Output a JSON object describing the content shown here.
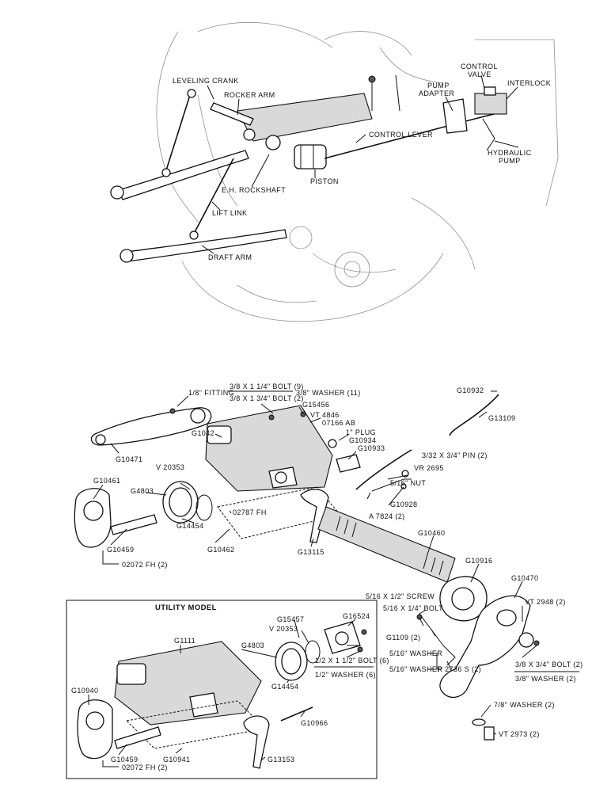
{
  "upper_labels": {
    "leveling_crank": "LEVELING CRANK",
    "rocker_arm": "ROCKER ARM",
    "pump_adapter_1": "PUMP",
    "pump_adapter_2": "ADAPTER",
    "control_valve_1": "CONTROL",
    "control_valve_2": "VALVE",
    "interlock": "INTERLOCK",
    "control_lever": "CONTROL LEVER",
    "hydraulic_pump_1": "HYDRAULIC",
    "hydraulic_pump_2": "PUMP",
    "piston": "PISTON",
    "eh_rockshaft": "E.H. ROCKSHAFT",
    "lift_link": "LIFT LINK",
    "draft_arm": "DRAFT ARM"
  },
  "parts": {
    "fitting": "1/8\" FITTING",
    "bolt_9": "3/8 X 1 1/4\" BOLT (9)",
    "bolt_2": "3/8 X 1 3/4\" BOLT (2)",
    "washer_11": "3/8\" WASHER (11)",
    "g15456": "G15456",
    "vt4846": "VT 4846",
    "c07166ab": "07166 AB",
    "plug": "1\" PLUG",
    "g10934": "G10934",
    "g10933": "G10933",
    "pin_2": "3/32 X 3/4\" PIN (2)",
    "vr2695": "VR 2695",
    "nut": "5/16\" NUT",
    "g10928": "G10928",
    "a7824": "A 7824 (2)",
    "g10932": "G10932",
    "g13109": "G13109",
    "g10471": "G10471",
    "g1042": "G1042",
    "v20353": "V 20353",
    "g10461": "G10461",
    "g4803": "G4803",
    "c02787fh": "02787 FH",
    "g14454": "G14454",
    "g10459": "G10459",
    "g10462": "G10462",
    "g13115": "G13115",
    "g10460": "G10460",
    "c02072fh": "02072 FH (2)",
    "g10916": "G10916",
    "g10470": "G10470",
    "screw": "5/16 X 1/2\" SCREW",
    "bolt_1_4": "5/16 X 1/4\" BOLT",
    "vt2948": "VT 2948 (2)",
    "g1109": "G1109 (2)",
    "washer_a": "5/16\" WASHER",
    "washer_b": "5/16\" WASHER",
    "p2736": "P 2736 S (2)",
    "bolt_3_4": "3/8 X 3/4\" BOLT (2)",
    "washer_3_8_2": "3/8\" WASHER (2)",
    "washer_7_8": "7/8\" WASHER (2)",
    "vt2973": "VT 2973 (2)"
  },
  "utility": {
    "title": "UTILITY MODEL",
    "g16524": "G16524",
    "g15457": "G15457",
    "v20353": "V 20353",
    "g1111": "G1111",
    "g4803": "G4803",
    "bolt_6": "1/2 X 1 1/2\" BOLT (6)",
    "washer_6": "1/2\" WASHER (6)",
    "g14454": "G14454",
    "g10940": "G10940",
    "g10966": "G10966",
    "g10459": "G10459",
    "g10941": "G10941",
    "g13153": "G13153",
    "c02072fh": "02072 FH (2)"
  }
}
